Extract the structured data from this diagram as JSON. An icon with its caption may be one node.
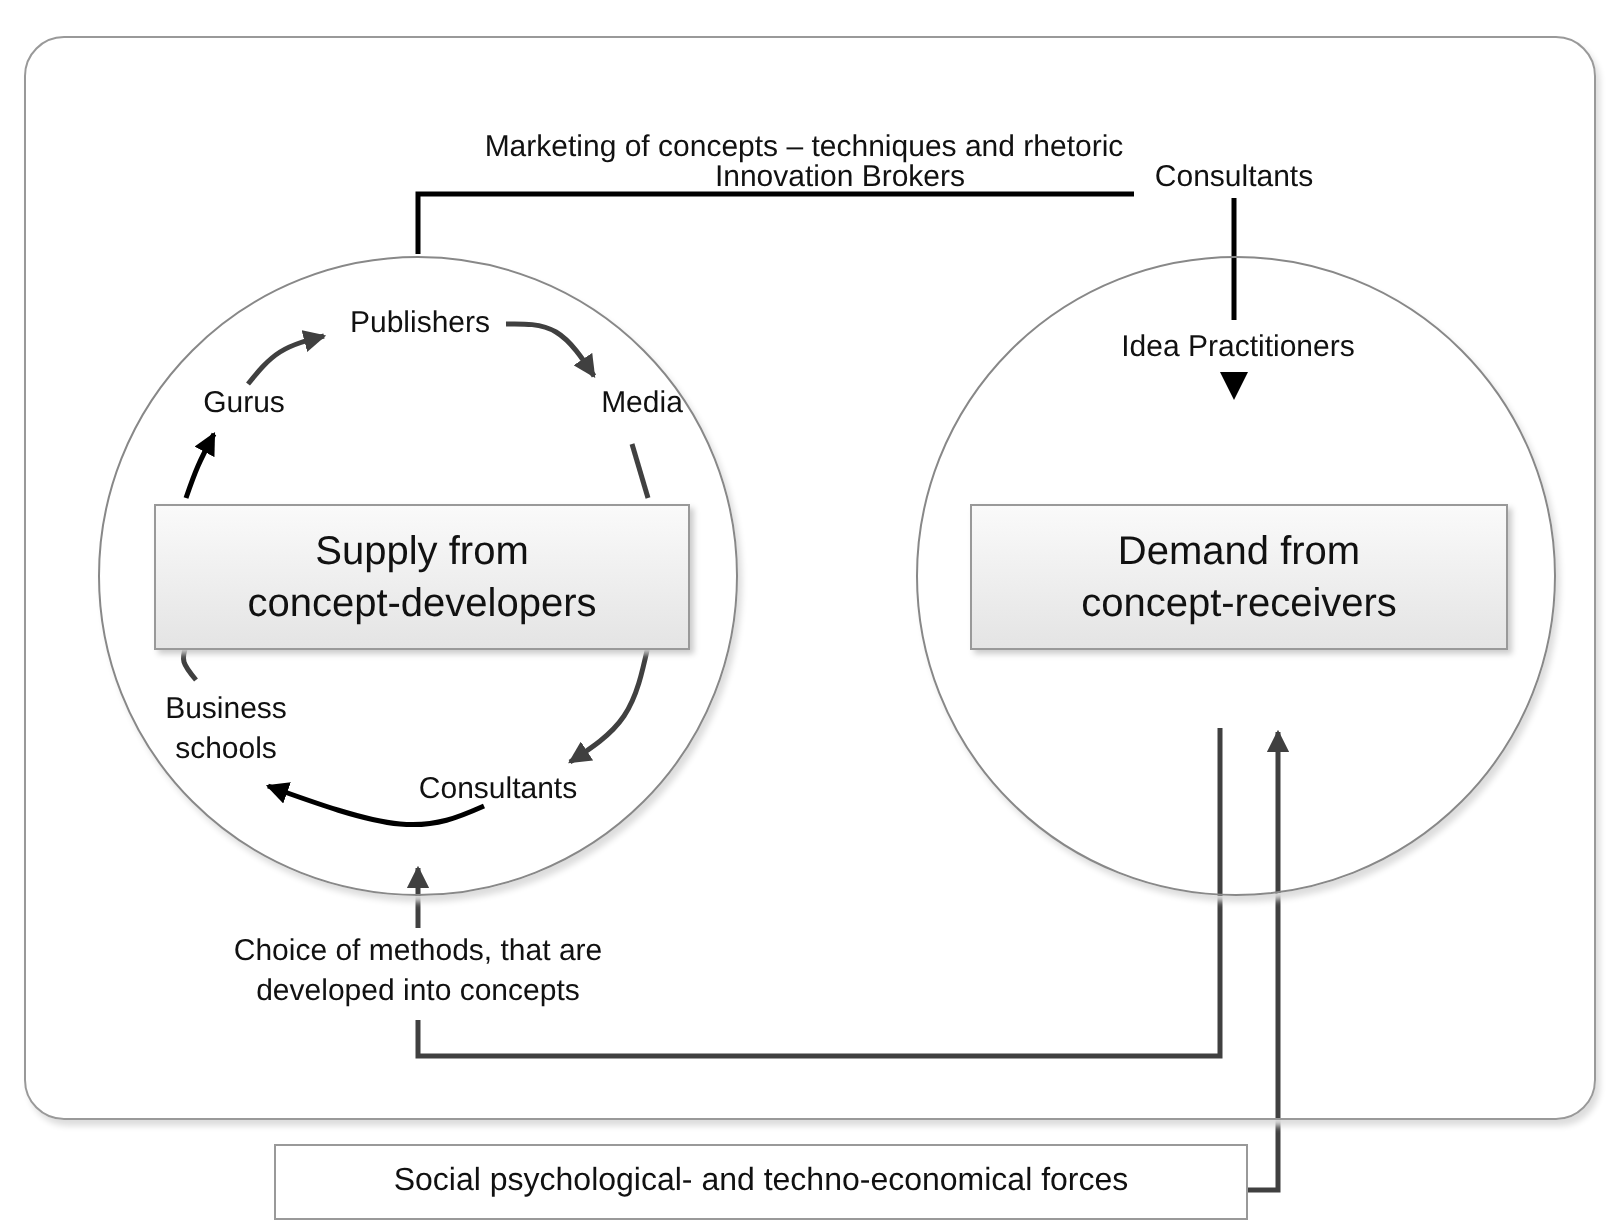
{
  "diagram": {
    "nodes": [
      {
        "text": [],
        "shape": "box"
      },
      {
        "text": [],
        "shape": "circle",
        "in": 0
      },
      {
        "text": [
          "Gurus"
        ],
        "in": 1
      },
      {
        "text": [
          "Publishers"
        ],
        "in": 1
      },
      {
        "text": [
          "Media"
        ],
        "in": 1
      },
      {
        "text": [
          "Supply from concept-developers"
        ],
        "in": 1
      },
      {
        "text": [
          "Business schools"
        ],
        "in": 1
      },
      {
        "text": [
          "Consultants"
        ],
        "in": 1
      },
      {
        "text": [],
        "shape": "circle",
        "in": 0
      },
      {
        "text": [
          "Idea Practitioners"
        ],
        "in": 8
      },
      {
        "text": [
          "Demand from concept-receivers"
        ],
        "in": 8
      },
      {
        "text": [
          "Choice of methods, that are developed into concepts"
        ],
        "in": 0
      },
      {
        "text": [
          "Social psychological- and techno-economical forces"
        ]
      }
    ],
    "edges": [
      {
        "from": 2,
        "to": 3,
        "arrow": "to"
      },
      {
        "from": 3,
        "to": 4,
        "arrow": "to"
      },
      {
        "from": 4,
        "to": 5,
        "arrow": "none"
      },
      {
        "from": 5,
        "to": 7,
        "arrow": "to"
      },
      {
        "from": 7,
        "to": 6,
        "arrow": "to",
        "color": "#000000"
      },
      {
        "from": 6,
        "to": 5,
        "arrow": "none"
      },
      {
        "from": 5,
        "to": 2,
        "arrow": "to",
        "color": "#000000"
      },
      {
        "from": 1,
        "to": 9,
        "arrow": "none",
        "label": "Consultants",
        "color": "#000000"
      },
      {
        "from": 10,
        "to": 11,
        "arrow": "none"
      },
      {
        "from": 11,
        "to": 1,
        "arrow": "to"
      },
      {
        "from": 12,
        "to": 10,
        "arrow": "to"
      }
    ],
    "labels": [
      "Marketing of concepts – techniques and rhetoric",
      "Innovation Brokers"
    ]
  }
}
